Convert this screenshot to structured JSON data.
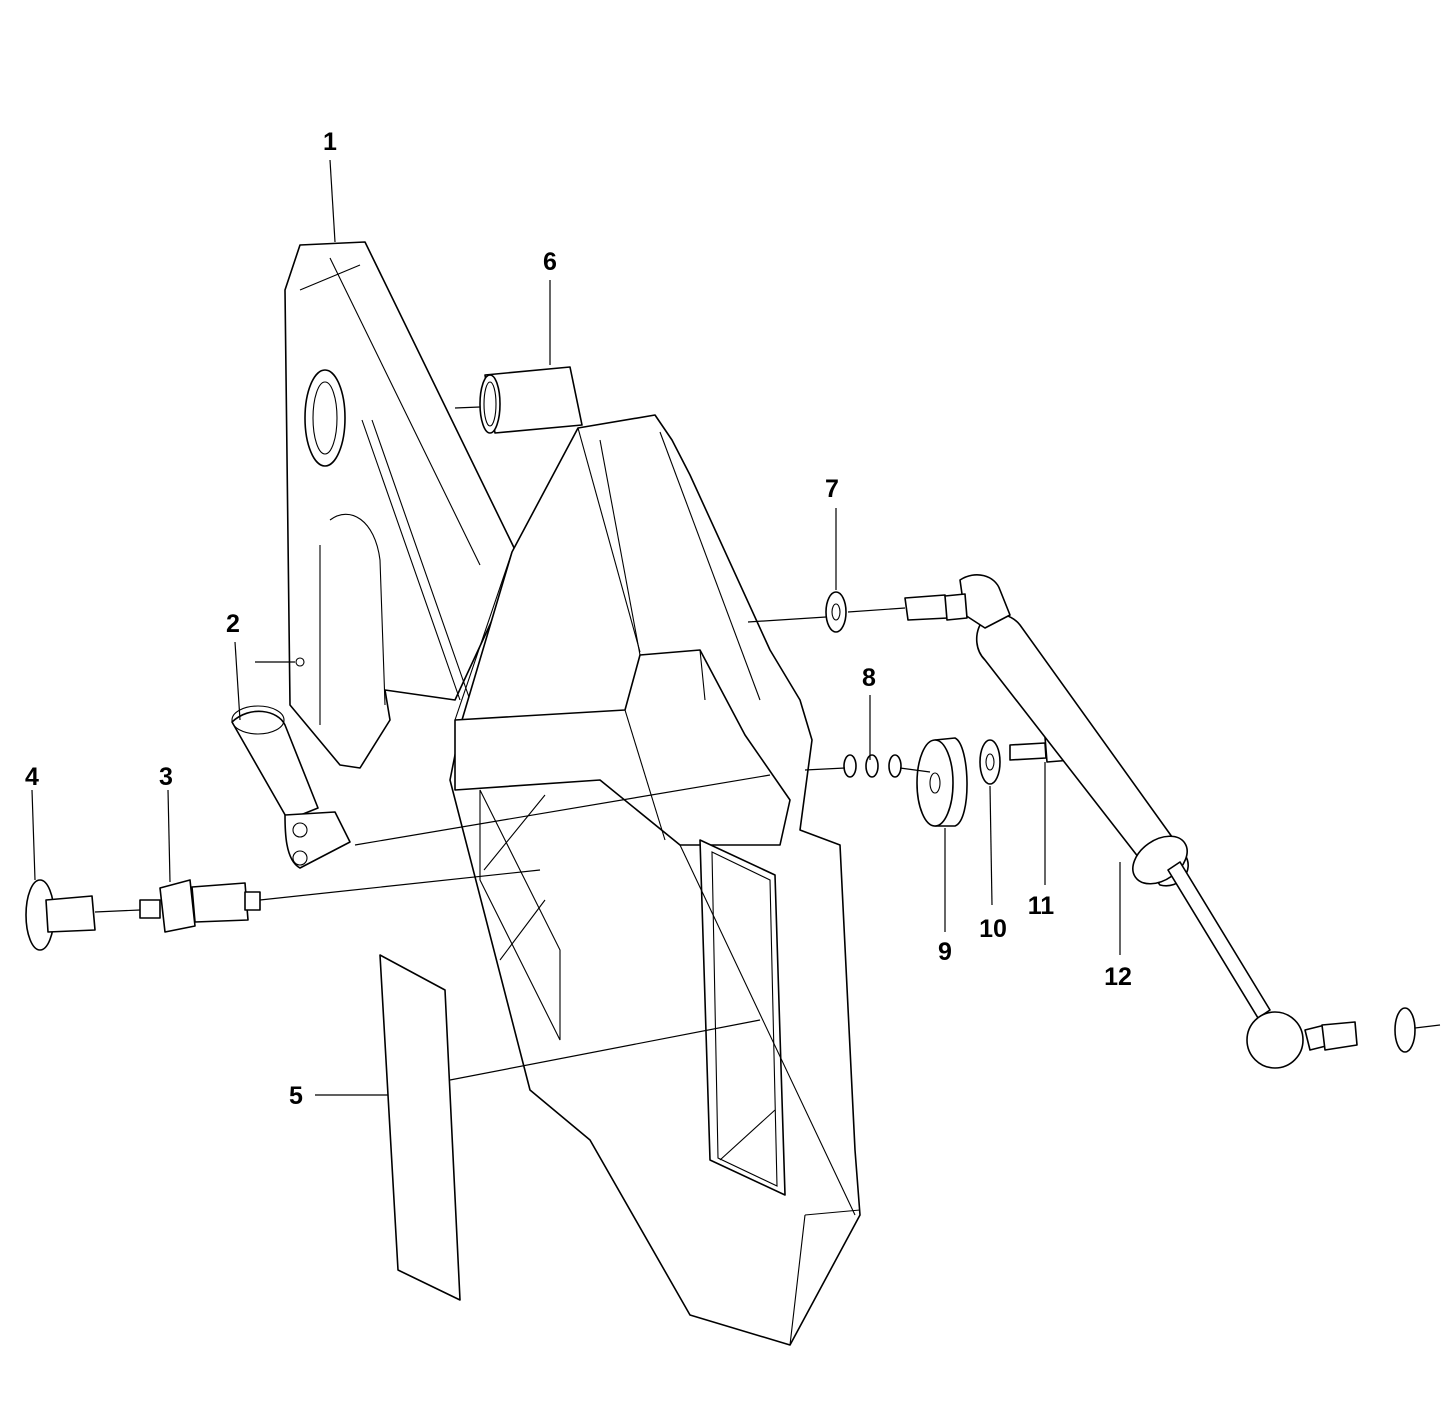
{
  "diagram": {
    "type": "exploded-parts-view",
    "callouts": [
      {
        "id": "p1",
        "label": "1"
      },
      {
        "id": "p2",
        "label": "2"
      },
      {
        "id": "p3",
        "label": "3"
      },
      {
        "id": "p4",
        "label": "4"
      },
      {
        "id": "p5",
        "label": "5"
      },
      {
        "id": "p6",
        "label": "6"
      },
      {
        "id": "p7",
        "label": "7"
      },
      {
        "id": "p8",
        "label": "8"
      },
      {
        "id": "p9",
        "label": "9"
      },
      {
        "id": "p10",
        "label": "10"
      },
      {
        "id": "p11",
        "label": "11"
      },
      {
        "id": "p12",
        "label": "12"
      }
    ],
    "line_color": "#000000",
    "background": "#ffffff"
  }
}
